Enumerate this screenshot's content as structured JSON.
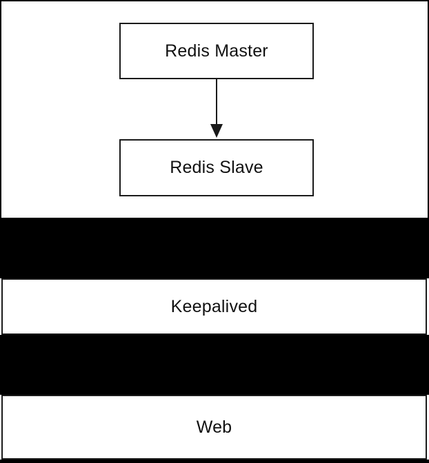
{
  "diagram": {
    "type": "architecture-flow",
    "nodes": {
      "redis_master": {
        "label": "Redis Master",
        "shape": "rectangle"
      },
      "redis_slave": {
        "label": "Redis Slave",
        "shape": "rectangle"
      },
      "keepalived": {
        "label": "Keepalived",
        "shape": "band"
      },
      "web": {
        "label": "Web",
        "shape": "band"
      }
    },
    "edges": [
      {
        "from": "redis_master",
        "to": "redis_slave",
        "icon": "arrow-down-icon",
        "direction": "down"
      }
    ],
    "colors": {
      "background_band": "#000000",
      "node_fill": "#ffffff",
      "border": "#000000",
      "text": "#111111"
    }
  }
}
